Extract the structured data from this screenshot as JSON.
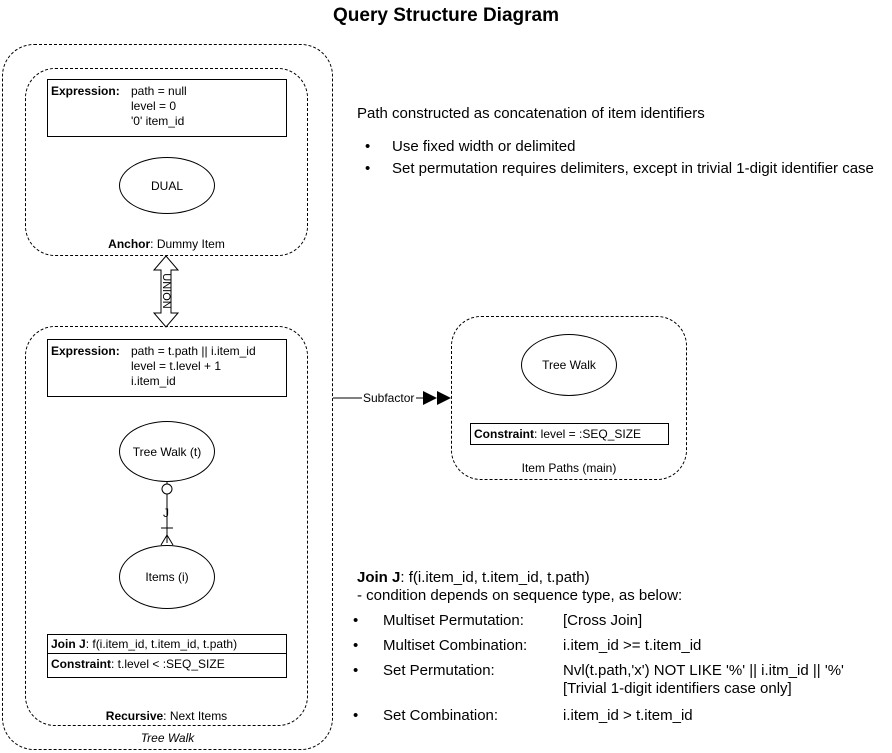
{
  "title": "Query Structure Diagram",
  "anchor": {
    "expression_label": "Expression:",
    "expression_lines": [
      "path = null",
      "level = 0",
      "'0' item_id"
    ],
    "node": "DUAL",
    "caption_bold": "Anchor",
    "caption_rest": ": Dummy Item"
  },
  "union_label": "UNION",
  "recursive": {
    "expression_label": "Expression:",
    "expression_lines": [
      "path = t.path || i.item_id",
      "level = t.level + 1",
      "i.item_id"
    ],
    "node_tree": "Tree Walk (t)",
    "join_marker": "J",
    "node_items": "Items (i)",
    "join_label": "Join J",
    "join_text": ": f(i.item_id, t.item_id, t.path)",
    "constraint_label": "Constraint",
    "constraint_text": ": t.level < :SEQ_SIZE",
    "caption_bold": "Recursive",
    "caption_rest": ": Next Items"
  },
  "outer_caption": "Tree Walk",
  "subfactor_label": "Subfactor",
  "main": {
    "node": "Tree Walk",
    "constraint_label": "Constraint",
    "constraint_text": ": level = :SEQ_SIZE",
    "caption": "Item Paths (main)"
  },
  "path_note": {
    "heading": "Path constructed as concatenation of item identifiers",
    "bullets": [
      "Use fixed width or delimited",
      "Set permutation requires delimiters, except in trivial 1-digit identifier case"
    ]
  },
  "join_note": {
    "heading_bold": "Join J",
    "heading_rest": ": f(i.item_id, t.item_id, t.path)",
    "subheading": "- condition depends on sequence type, as below:",
    "rows": [
      {
        "label": "Multiset Permutation:",
        "value": "[Cross Join]",
        "value2": ""
      },
      {
        "label": "Multiset Combination:",
        "value": "i.item_id >= t.item_id",
        "value2": ""
      },
      {
        "label": "Set Permutation:",
        "value": "Nvl(t.path,'x') NOT LIKE '%' || i.itm_id || '%'",
        "value2": "[Trivial 1-digit identifiers case only]"
      },
      {
        "label": "Set Combination:",
        "value": "i.item_id > t.item_id",
        "value2": ""
      }
    ]
  }
}
